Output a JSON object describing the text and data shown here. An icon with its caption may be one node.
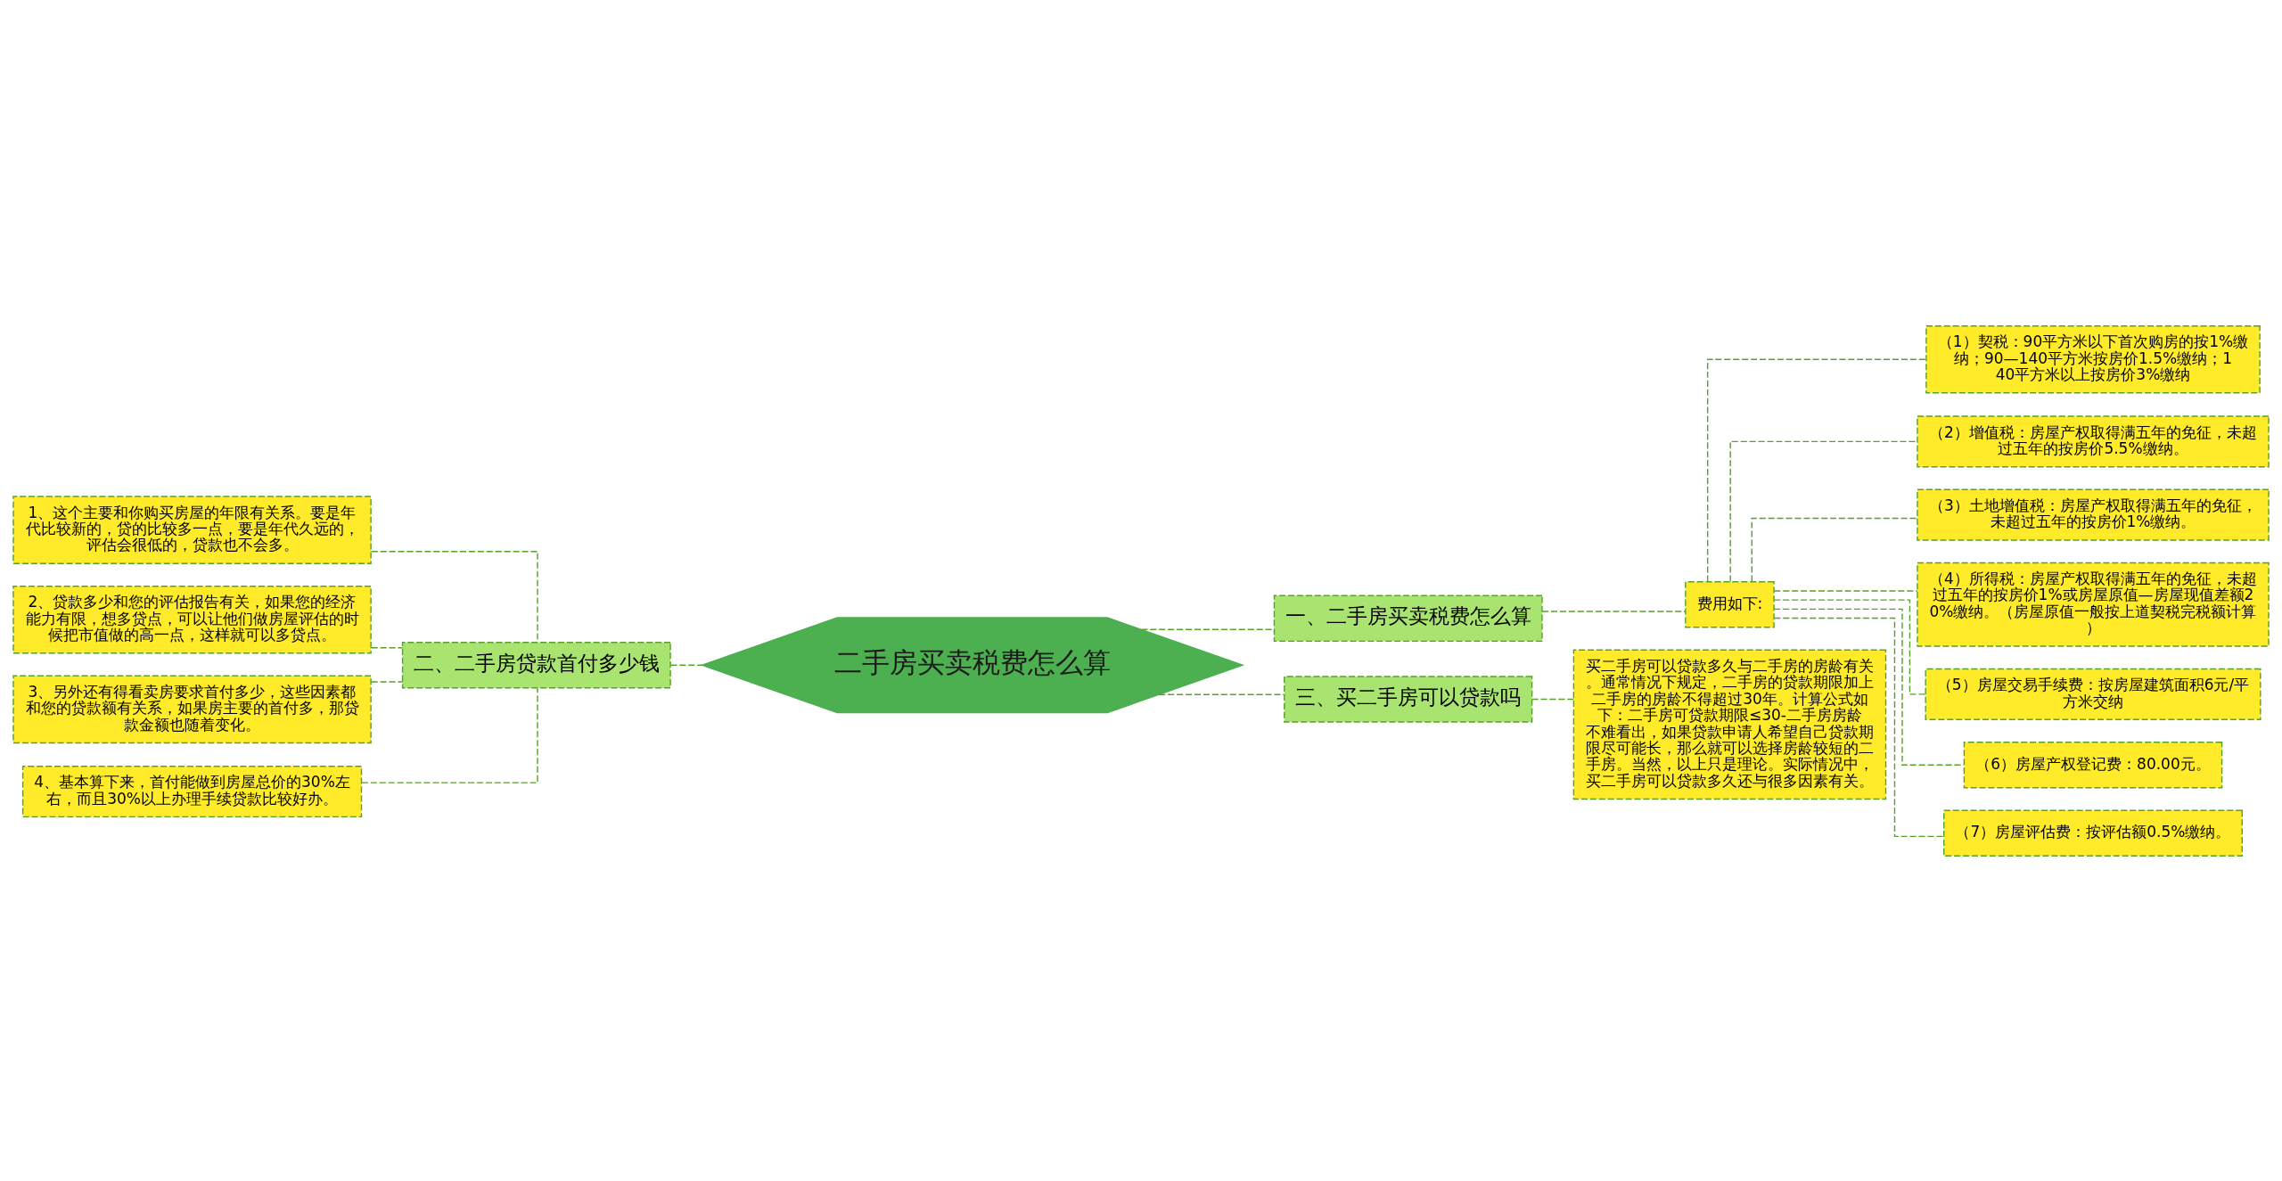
{
  "diagram": {
    "nodes": [
      {
        "text": [
          "二手房买卖税费怎么算"
        ]
      },
      {
        "text": [
          "一、二手房买卖税费怎么算"
        ]
      },
      {
        "text": [
          "费用如下:"
        ]
      },
      {
        "text": [
          "（1）契税：90平方米以下首次购房的按1%缴纳；90—140平方米按房价1.5%缴纳；140平方米以上按房价3%缴纳"
        ]
      },
      {
        "text": [
          "（2）增值税：房屋产权取得满五年的免征，未超过五年的按房价5.5%缴纳。"
        ]
      },
      {
        "text": [
          "（3）土地增值税：房屋产权取得满五年的免征，未超过五年的按房价1%缴纳。"
        ]
      },
      {
        "text": [
          "（4）所得税：房屋产权取得满五年的免征，未超过五年的按房价1%或房屋原值—房屋现值差额20%缴纳。（房屋原值一般按上道契税完税额计算）"
        ]
      },
      {
        "text": [
          "（5）房屋交易手续费：按房屋建筑面积6元/平方米交纳"
        ]
      },
      {
        "text": [
          "（6）房屋产权登记费：80.00元。"
        ]
      },
      {
        "text": [
          "（7）房屋评估费：按评估额0.5%缴纳。"
        ]
      },
      {
        "text": [
          "二、二手房贷款首付多少钱"
        ]
      },
      {
        "text": [
          "1、这个主要和你购买房屋的年限有关系。要是年代比较新的，贷的比较多一点，要是年代久远的，评估会很低的，贷款也不会多。"
        ]
      },
      {
        "text": [
          "2、贷款多少和您的评估报告有关，如果您的经济能力有限，想多贷点，可以让他们做房屋评估的时候把市值做的高一点，这样就可以多贷点。"
        ]
      },
      {
        "text": [
          "3、另外还有得看卖房要求首付多少，这些因素都和您的贷款额有关系，如果房主要的首付多，那贷款金额也随着变化。"
        ]
      },
      {
        "text": [
          "4、基本算下来，首付能做到房屋总价的30%左右，而且30%以上办理手续贷款比较好办。"
        ]
      },
      {
        "text": [
          "三、买二手房可以贷款吗"
        ]
      },
      {
        "text": [
          "买二手房可以贷款多久与二手房的房龄有关。通常情况下规定，二手房的贷款期限加上二手房的房龄不得超过30年。计算公式如下：二手房可贷款期限≤30-二手房房龄不难看出，如果贷款申请人希望自己贷款期限尽可能长，那么就可以选择房龄较短的二手房。当然，以上只是理论。实际情况中，买二手房可以贷款多久还与很多因素有关。"
        ]
      }
    ],
    "edges": [
      {
        "from": 0,
        "to": 1,
        "arrow": "none",
        "style": "dashed"
      },
      {
        "from": 1,
        "to": 2,
        "arrow": "none",
        "style": "dashed"
      },
      {
        "from": 2,
        "to": 3,
        "arrow": "none",
        "style": "dashed"
      },
      {
        "from": 2,
        "to": 4,
        "arrow": "none",
        "style": "dashed"
      },
      {
        "from": 2,
        "to": 5,
        "arrow": "none",
        "style": "dashed"
      },
      {
        "from": 2,
        "to": 6,
        "arrow": "none",
        "style": "dashed"
      },
      {
        "from": 2,
        "to": 7,
        "arrow": "none",
        "style": "dashed"
      },
      {
        "from": 2,
        "to": 8,
        "arrow": "none",
        "style": "dashed"
      },
      {
        "from": 2,
        "to": 9,
        "arrow": "none",
        "style": "dashed"
      },
      {
        "from": 0,
        "to": 10,
        "arrow": "none",
        "style": "dashed"
      },
      {
        "from": 10,
        "to": 11,
        "arrow": "none",
        "style": "dashed"
      },
      {
        "from": 10,
        "to": 12,
        "arrow": "none",
        "style": "dashed"
      },
      {
        "from": 10,
        "to": 13,
        "arrow": "none",
        "style": "dashed"
      },
      {
        "from": 10,
        "to": 14,
        "arrow": "none",
        "style": "dashed"
      },
      {
        "from": 0,
        "to": 15,
        "arrow": "none",
        "style": "dashed"
      },
      {
        "from": 15,
        "to": 16,
        "arrow": "none",
        "style": "dashed"
      }
    ]
  }
}
